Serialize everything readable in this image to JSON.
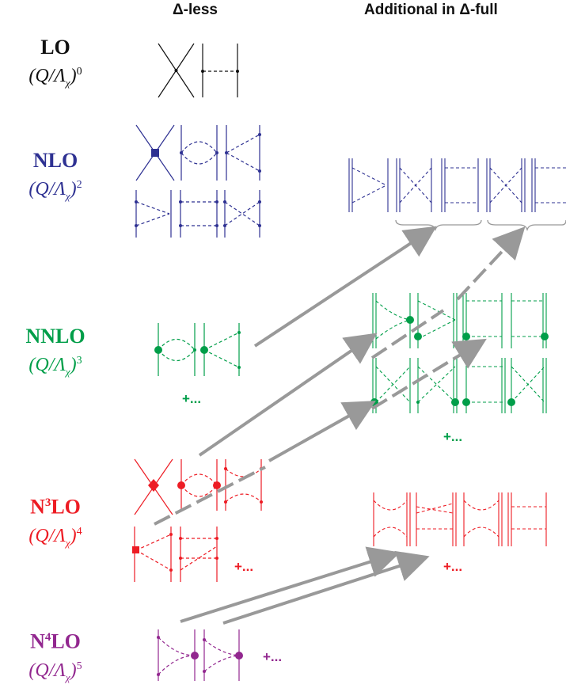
{
  "header": {
    "col_left": "Δ-less",
    "col_right": "Additional in  Δ-full"
  },
  "orders": [
    {
      "name": "LO",
      "name_sup": "",
      "power": "(Q/Λ",
      "chi": "χ",
      "exponent": "0",
      "color": "#111111"
    },
    {
      "name": "NLO",
      "name_sup": "",
      "power": "(Q/Λ",
      "chi": "χ",
      "exponent": "2",
      "color": "#2e3192"
    },
    {
      "name": "NNLO",
      "name_sup": "",
      "power": "(Q/Λ",
      "chi": "χ",
      "exponent": "3",
      "color": "#009e49"
    },
    {
      "name_prefix": "N",
      "name_sup": "3",
      "name": "LO",
      "power": "(Q/Λ",
      "chi": "χ",
      "exponent": "4",
      "color": "#ed1c24"
    },
    {
      "name_prefix": "N",
      "name_sup": "4",
      "name": "LO",
      "power": "(Q/Λ",
      "chi": "χ",
      "exponent": "5",
      "color": "#92278f"
    }
  ],
  "plus_more": "+...",
  "colors": {
    "arrow": "#999999",
    "brace": "#999999"
  }
}
